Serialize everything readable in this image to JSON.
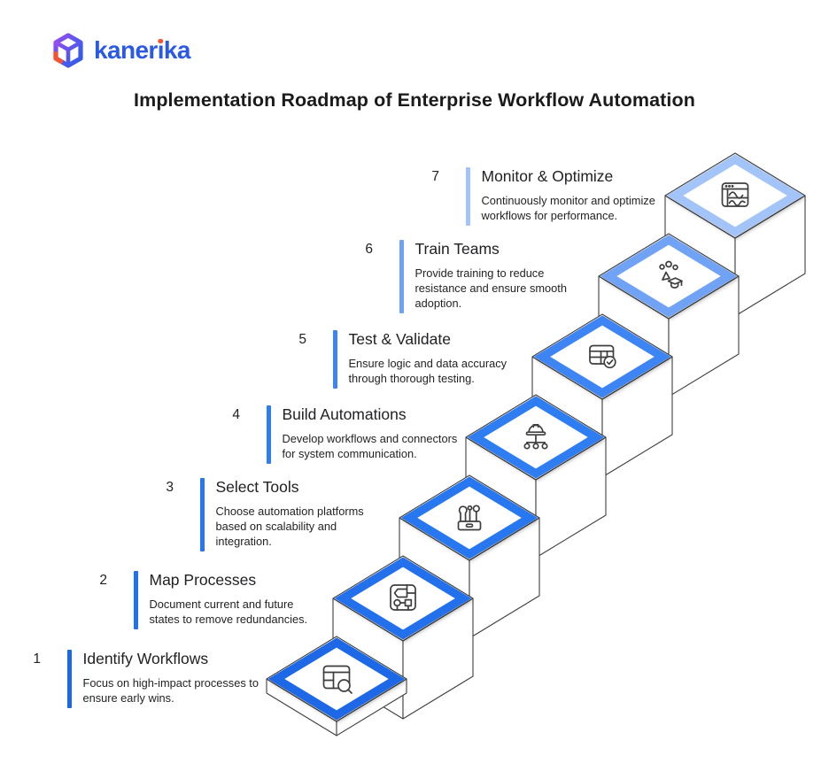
{
  "brand": {
    "name": "kanerika",
    "name_pre": "kaner",
    "name_i": "ı",
    "name_post": "ka",
    "wordmark_color": "#2B59E6",
    "dot_accent_color": "#F4552F",
    "cube_gradient": [
      "#9B4DF0",
      "#2E5BE6"
    ]
  },
  "title": "Implementation Roadmap of Enterprise Workflow Automation",
  "palette": {
    "title_text": "#1B1B1B",
    "line_art": "#3F3F3F",
    "background": "#FFFFFF"
  },
  "steps": [
    {
      "number": "1",
      "title": "Identify Workflows",
      "description": "Focus on high-impact processes to ensure early wins.",
      "color": "#1A68E6",
      "icon": "table-search-icon"
    },
    {
      "number": "2",
      "title": "Map Processes",
      "description": "Document current and future states to remove redundancies.",
      "color": "#2170EC",
      "icon": "flowchart-icon"
    },
    {
      "number": "3",
      "title": "Select Tools",
      "description": "Choose automation platforms based on scalability and integration.",
      "color": "#2777F0",
      "icon": "toolbox-icon"
    },
    {
      "number": "4",
      "title": "Build Automations",
      "description": "Develop workflows and connectors for system communication.",
      "color": "#2F7DF2",
      "icon": "hardhat-network-icon"
    },
    {
      "number": "5",
      "title": "Test & Validate",
      "description": "Ensure logic and data accuracy through thorough testing.",
      "color": "#3C84F4",
      "icon": "table-check-icon"
    },
    {
      "number": "6",
      "title": "Train Teams",
      "description": "Provide training to reduce resistance and ensure smooth adoption.",
      "color": "#6FA2F6",
      "icon": "training-icon"
    },
    {
      "number": "7",
      "title": "Monitor & Optimize",
      "description": "Continuously monitor and optimize workflows for performance.",
      "color": "#A3C4F8",
      "icon": "monitor-icon"
    }
  ]
}
